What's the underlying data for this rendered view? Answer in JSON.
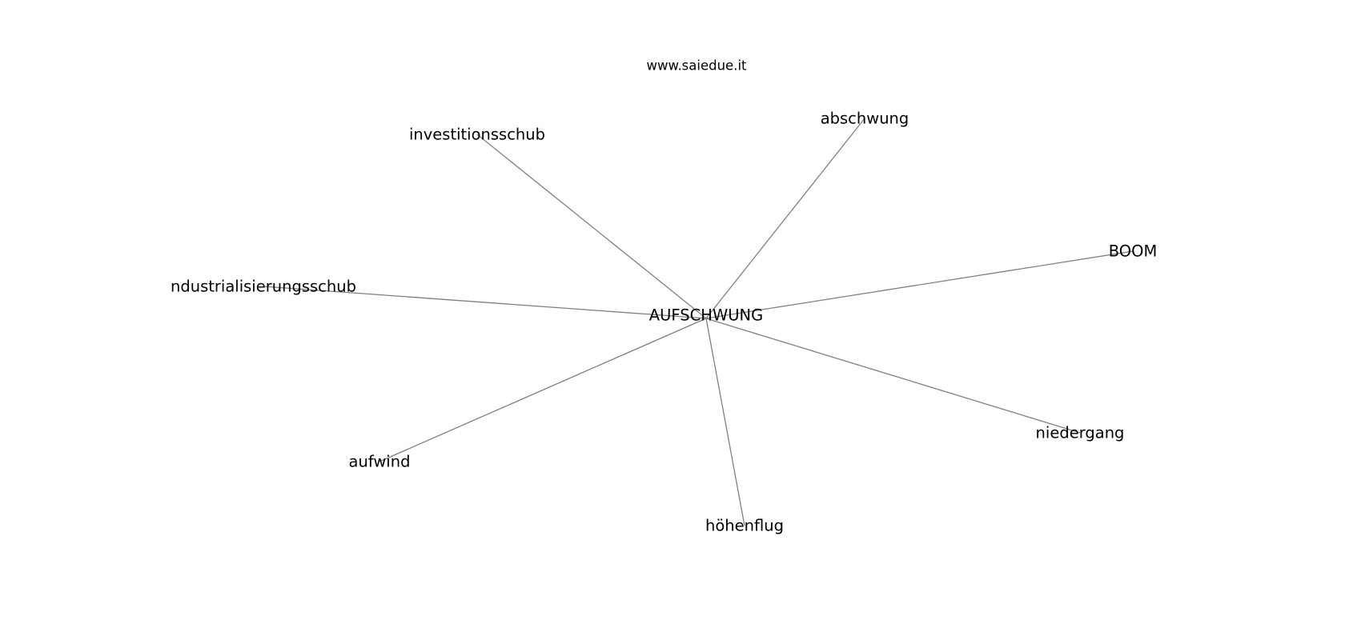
{
  "watermark": "www.saiedue.it",
  "center": {
    "id": "center",
    "label": "AUFSCHWUNG"
  },
  "nodes": [
    {
      "id": "investitionsschub",
      "label": "investitionsschub"
    },
    {
      "id": "abschwung",
      "label": "abschwung"
    },
    {
      "id": "boom",
      "label": "BOOM"
    },
    {
      "id": "industrialisierungsschub",
      "label": "ndustrialisierungsschub"
    },
    {
      "id": "niedergang",
      "label": "niedergang"
    },
    {
      "id": "aufwind",
      "label": "aufwind"
    },
    {
      "id": "hoehenflug",
      "label": "höhenflug"
    }
  ],
  "edges": [
    {
      "from": "center",
      "to": "investitionsschub"
    },
    {
      "from": "center",
      "to": "abschwung"
    },
    {
      "from": "center",
      "to": "boom"
    },
    {
      "from": "center",
      "to": "industrialisierungsschub"
    },
    {
      "from": "center",
      "to": "niedergang"
    },
    {
      "from": "center",
      "to": "aufwind"
    },
    {
      "from": "center",
      "to": "hoehenflug"
    }
  ],
  "colors": {
    "edge": "#808080",
    "text": "#000000",
    "background": "#ffffff"
  }
}
